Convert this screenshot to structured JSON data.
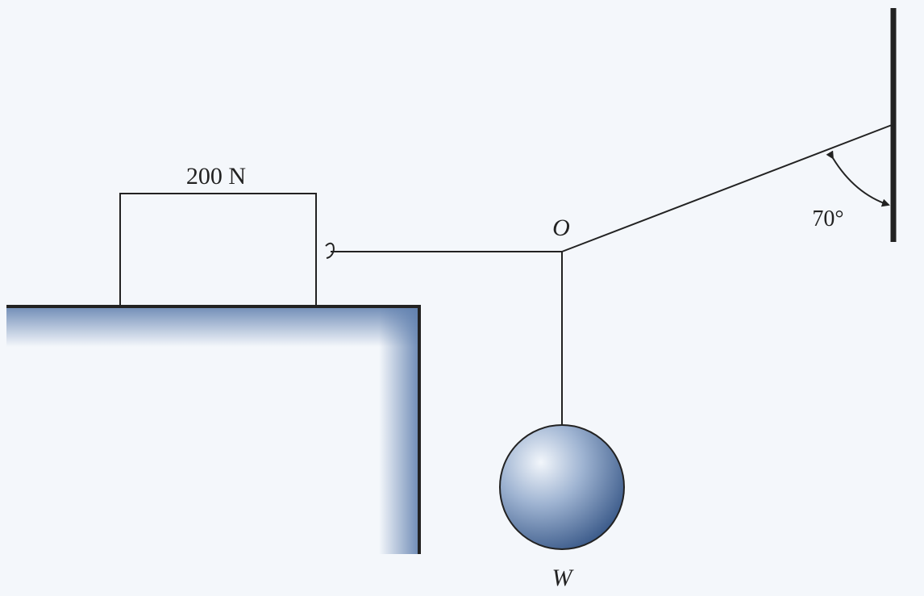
{
  "diagram": {
    "block_label": "200 N",
    "point_label": "O",
    "angle_label": "70°",
    "weight_label": "W"
  },
  "colors": {
    "background": "#f4f7fb",
    "line": "#222222",
    "shade": "#5f7fae",
    "sphere_light": "#f2f6fb",
    "sphere_dark": "#3e5d8c"
  }
}
